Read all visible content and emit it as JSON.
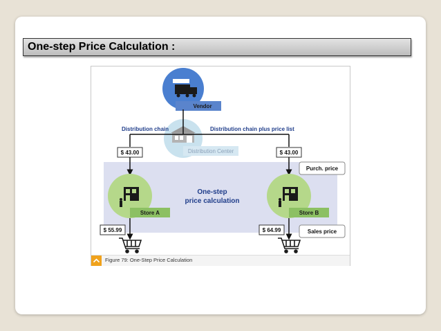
{
  "slide": {
    "title": "One-step Price Calculation :"
  },
  "figure": {
    "vendor_label": "Vendor",
    "distribution_chain": "Distribution chain",
    "distribution_chain_price_list": "Distribution chain plus price list",
    "distribution_center": "Distribution Center",
    "price_left_top": "$ 43.00",
    "price_right_top": "$ 43.00",
    "purch_price": "Purch. price",
    "center_label_line1": "One-step",
    "center_label_line2": "price calculation",
    "store_a": "Store A",
    "store_b": "Store B",
    "price_left_bottom": "$ 55.99",
    "price_right_bottom": "$ 64.99",
    "sales_price": "Sales price",
    "caption": "Figure 79: One-Step Price Calculation"
  },
  "colors": {
    "vendor_blue": "#4a7fd0",
    "label_blue": "#5a84cc",
    "text_blue": "#1f3d8a",
    "store_green": "#b5d88a",
    "label_green": "#8cc063",
    "band": "#dcdff0",
    "dc_circle": "#c9e2ee",
    "caption_icon": "#f0a21c"
  }
}
